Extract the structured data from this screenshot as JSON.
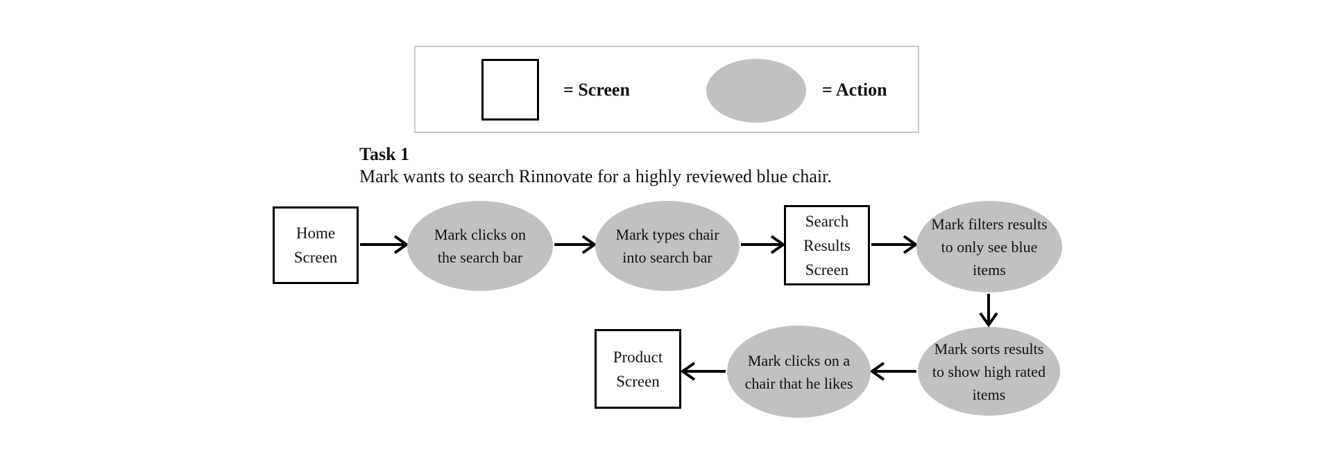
{
  "legend": {
    "screen": {
      "label": "= Screen"
    },
    "action": {
      "label": "= Action"
    }
  },
  "task": {
    "title": "Task 1",
    "description": "Mark wants to search Rinnovate for a highly reviewed blue chair."
  },
  "flow": {
    "nodes": [
      {
        "id": "home-screen",
        "type": "screen",
        "label": "Home\nScreen"
      },
      {
        "id": "action-click-search-bar",
        "type": "action",
        "label": "Mark clicks on\nthe search bar"
      },
      {
        "id": "action-type-chair",
        "type": "action",
        "label": "Mark types chair\ninto search bar"
      },
      {
        "id": "search-results-screen",
        "type": "screen",
        "label": "Search\nResults\nScreen"
      },
      {
        "id": "action-filter-blue",
        "type": "action",
        "label": "Mark filters results\nto only see blue\nitems"
      },
      {
        "id": "action-sort-high-rated",
        "type": "action",
        "label": "Mark sorts results\nto show high rated\nitems"
      },
      {
        "id": "action-click-chair",
        "type": "action",
        "label": "Mark clicks on a\nchair that he likes"
      },
      {
        "id": "product-screen",
        "type": "screen",
        "label": "Product\nScreen"
      }
    ],
    "edges": [
      {
        "from": "home-screen",
        "to": "action-click-search-bar"
      },
      {
        "from": "action-click-search-bar",
        "to": "action-type-chair"
      },
      {
        "from": "action-type-chair",
        "to": "search-results-screen"
      },
      {
        "from": "search-results-screen",
        "to": "action-filter-blue"
      },
      {
        "from": "action-filter-blue",
        "to": "action-sort-high-rated"
      },
      {
        "from": "action-sort-high-rated",
        "to": "action-click-chair"
      },
      {
        "from": "action-click-chair",
        "to": "product-screen"
      }
    ]
  },
  "colors": {
    "action_fill": "#c1c1c1",
    "screen_border": "#000000",
    "arrow": "#000000",
    "legend_border": "#c9c9c9",
    "text": "#121212"
  }
}
